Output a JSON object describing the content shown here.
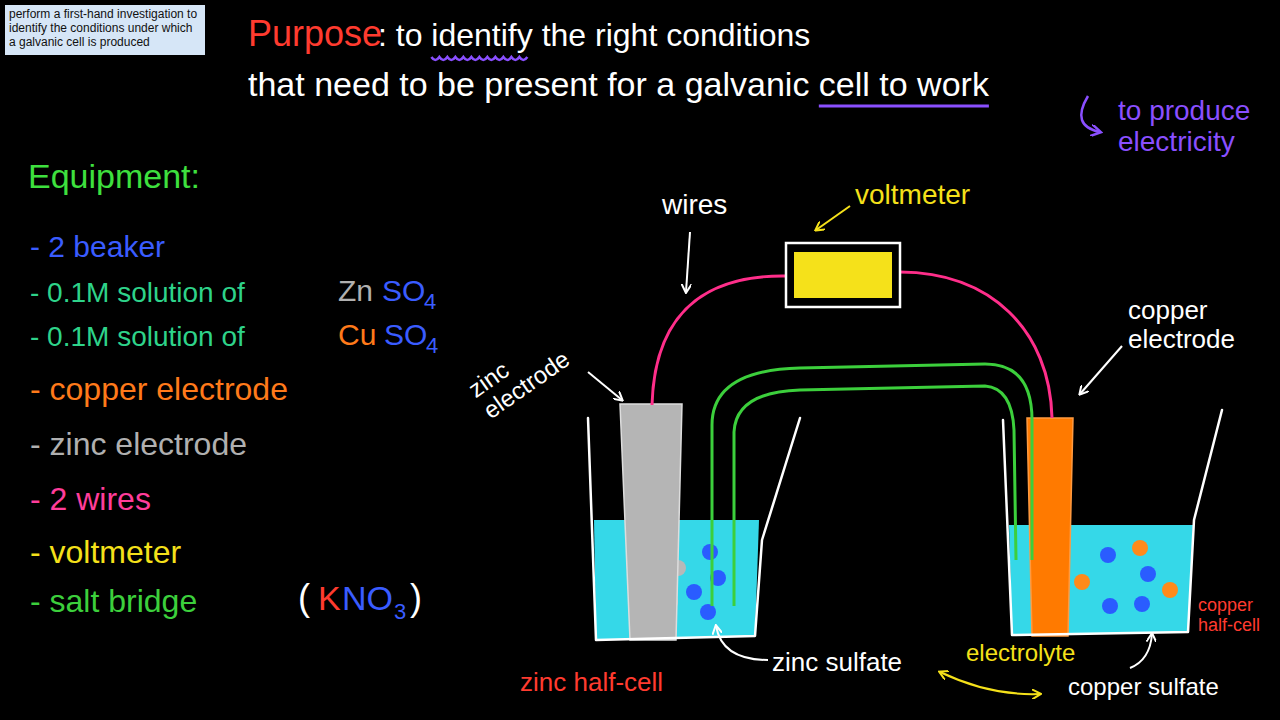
{
  "diagram": {
    "nodes": [
      {
        "text": [
          "perform a first-hand investigation to identify the conditions under which a galvanic cell is produced"
        ]
      }
    ],
    "labels": [
      "Purpose",
      ": to identify the right conditions",
      "that need to be present for a galvanic cell to work",
      "to produce electricity",
      "Equipment:",
      "- 2 beaker",
      "- 0.1M solution of",
      "Zn",
      "SO",
      "4",
      "- 0.1M solution of",
      "Cu",
      "SO",
      "4",
      "- copper electrode",
      "- zinc electrode",
      "- 2 wires",
      "- voltmeter",
      "- salt bridge",
      "(",
      "K",
      "NO",
      "3",
      ")",
      "wires",
      "voltmeter",
      "zinc electrode",
      "copper electrode",
      "zinc half-cell",
      "zinc sulfate",
      "electrolyte",
      "copper sulfate",
      "copper half-cell"
    ]
  }
}
